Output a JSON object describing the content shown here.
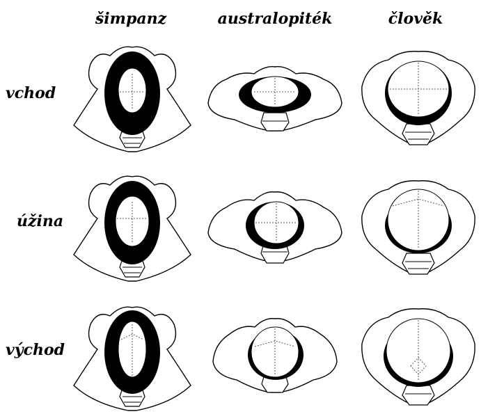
{
  "columns": [
    {
      "label": "šimpanz"
    },
    {
      "label": "australopiték"
    },
    {
      "label": "člověk"
    }
  ],
  "rows": [
    {
      "label": "vchod"
    },
    {
      "label": "úžina"
    },
    {
      "label": "východ"
    }
  ],
  "colors": {
    "outline": "#000000",
    "fill": "#ffffff",
    "canal_rim": "#000000",
    "suture": "#555555"
  }
}
